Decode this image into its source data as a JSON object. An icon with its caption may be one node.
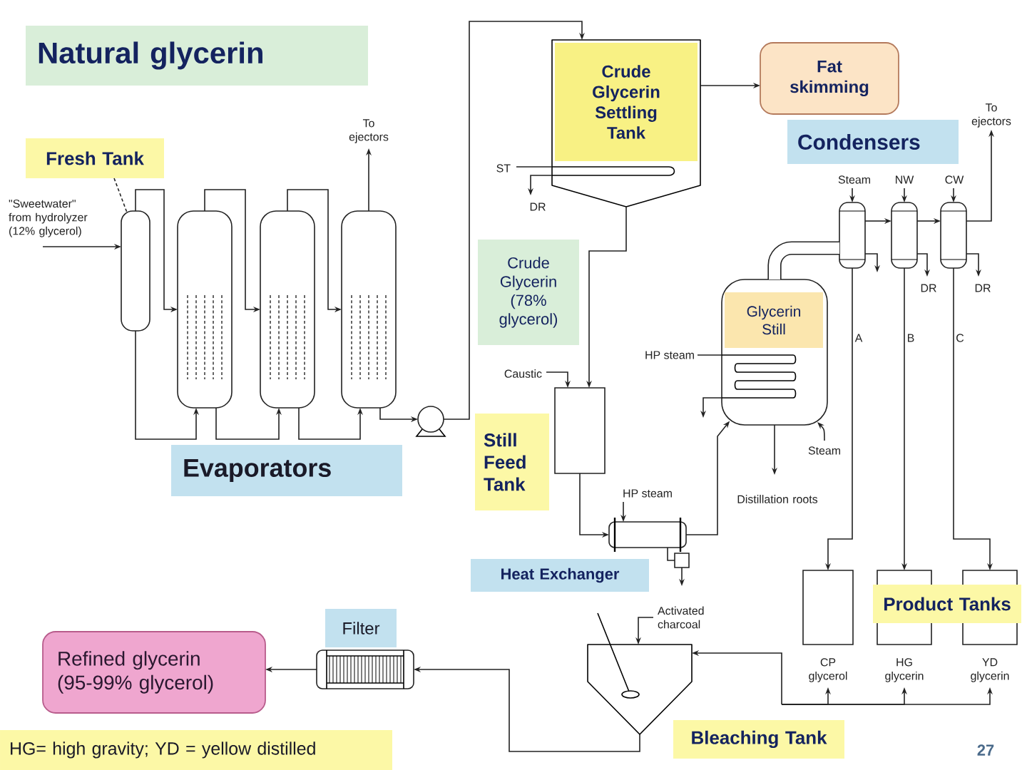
{
  "diagram": {
    "title": "Natural glycerin",
    "nodes": [
      {
        "text": [
          "Fresh Tank"
        ]
      },
      {
        "text": [],
        "shape": "cylinder"
      },
      {
        "text": [],
        "shape": "cylinder"
      },
      {
        "text": [],
        "shape": "cylinder"
      },
      {
        "text": [],
        "shape": "cylinder"
      },
      {
        "text": [],
        "shape": "circle"
      },
      {
        "text": [
          "Evaporators"
        ]
      },
      {
        "text": [
          "Crude Glycerin Settling Tank"
        ]
      },
      {
        "text": [
          "Fat skimming"
        ]
      },
      {
        "text": [
          "Condensers"
        ]
      },
      {
        "text": [],
        "shape": "cylinder"
      },
      {
        "text": [],
        "shape": "cylinder"
      },
      {
        "text": [],
        "shape": "cylinder"
      },
      {
        "text": [
          "Crude Glycerin (78% glycerol)"
        ]
      },
      {
        "text": [
          "Glycerin Still"
        ]
      },
      {
        "text": [
          "Still Feed Tank"
        ]
      },
      {
        "text": [],
        "shape": "box"
      },
      {
        "text": [],
        "shape": "cylinder"
      },
      {
        "text": [],
        "shape": "box"
      },
      {
        "text": [
          "Heat Exchanger"
        ]
      },
      {
        "text": [],
        "shape": "box",
        "beside": [
          "CP glycerol"
        ]
      },
      {
        "text": [],
        "shape": "box",
        "beside": [
          "HG glycerin"
        ]
      },
      {
        "text": [],
        "shape": "box",
        "beside": [
          "YD glycerin"
        ]
      },
      {
        "text": [
          "Product Tanks"
        ]
      },
      {
        "text": [
          "Filter"
        ]
      },
      {
        "text": [],
        "shape": "cylinder"
      },
      {
        "text": [
          "Refined glycerin (95-99% glycerol)"
        ]
      },
      {
        "text": [],
        "shape": "box"
      },
      {
        "text": [
          "Bleaching Tank"
        ]
      },
      {
        "text": [
          "HG= high gravity; YD = yellow distilled"
        ]
      }
    ],
    "edges": [
      {
        "from": 0,
        "to": 1,
        "arrow": "none",
        "style": "dashed"
      },
      {
        "from": null,
        "to": 1,
        "arrow": "to",
        "label": "\"Sweetwater\" from hydrolyzer (12% glycerol)"
      },
      {
        "from": 1,
        "to": 2,
        "arrow": "to"
      },
      {
        "from": 2,
        "to": 3,
        "arrow": "to"
      },
      {
        "from": 3,
        "to": 4,
        "arrow": "to"
      },
      {
        "from": 4,
        "to": null,
        "arrow": "to",
        "label": "To ejectors"
      },
      {
        "from": 1,
        "to": 2,
        "arrow": "to"
      },
      {
        "from": 2,
        "to": 3,
        "arrow": "to"
      },
      {
        "from": 3,
        "to": 4,
        "arrow": "to"
      },
      {
        "from": 4,
        "to": 5,
        "arrow": "to"
      },
      {
        "from": 5,
        "to": 7,
        "arrow": "to"
      },
      {
        "from": null,
        "to": 7,
        "arrow": "none",
        "label": "ST"
      },
      {
        "from": 7,
        "to": null,
        "arrow": "to",
        "label": "DR"
      },
      {
        "from": 7,
        "to": 8,
        "arrow": "to"
      },
      {
        "from": 7,
        "to": 16,
        "arrow": "to"
      },
      {
        "from": null,
        "to": 16,
        "arrow": "to",
        "label": "Caustic"
      },
      {
        "from": 16,
        "to": 17,
        "arrow": "to"
      },
      {
        "from": null,
        "to": 17,
        "arrow": "to",
        "label": "HP steam"
      },
      {
        "from": 17,
        "to": 18,
        "arrow": "none"
      },
      {
        "from": 18,
        "to": null,
        "arrow": "to"
      },
      {
        "from": 17,
        "to": 14,
        "arrow": "to"
      },
      {
        "from": null,
        "to": 14,
        "arrow": "none",
        "label": "HP steam"
      },
      {
        "from": 14,
        "to": null,
        "arrow": "to"
      },
      {
        "from": 14,
        "to": null,
        "arrow": "to",
        "label": "Distillation roots"
      },
      {
        "from": null,
        "to": 14,
        "arrow": "to",
        "label": "Steam"
      },
      {
        "from": 14,
        "to": 10,
        "arrow": "none",
        "style": "thick"
      },
      {
        "from": null,
        "to": 10,
        "arrow": "to",
        "label": "Steam"
      },
      {
        "from": null,
        "to": 11,
        "arrow": "to",
        "label": "NW"
      },
      {
        "from": null,
        "to": 12,
        "arrow": "to",
        "label": "CW"
      },
      {
        "from": 10,
        "to": 11,
        "arrow": "to"
      },
      {
        "from": 11,
        "to": 12,
        "arrow": "to"
      },
      {
        "from": 12,
        "to": null,
        "arrow": "to",
        "label": "To ejectors"
      },
      {
        "from": 10,
        "to": null,
        "arrow": "to"
      },
      {
        "from": 11,
        "to": null,
        "arrow": "to",
        "label": "DR"
      },
      {
        "from": 12,
        "to": null,
        "arrow": "to",
        "label": "DR"
      },
      {
        "from": 10,
        "to": 20,
        "arrow": "to",
        "label": "A"
      },
      {
        "from": 11,
        "to": 21,
        "arrow": "to",
        "label": "B"
      },
      {
        "from": 12,
        "to": 22,
        "arrow": "to",
        "label": "C"
      },
      {
        "from": 20,
        "to": 27,
        "arrow": "both"
      },
      {
        "from": 21,
        "to": 27,
        "arrow": "both"
      },
      {
        "from": 22,
        "to": 27,
        "arrow": "both"
      },
      {
        "from": null,
        "to": 27,
        "arrow": "to",
        "label": "Activated charcoal"
      },
      {
        "from": 27,
        "to": 25,
        "arrow": "to"
      },
      {
        "from": 25,
        "to": 26,
        "arrow": "to"
      }
    ],
    "labels": [
      "27"
    ]
  }
}
